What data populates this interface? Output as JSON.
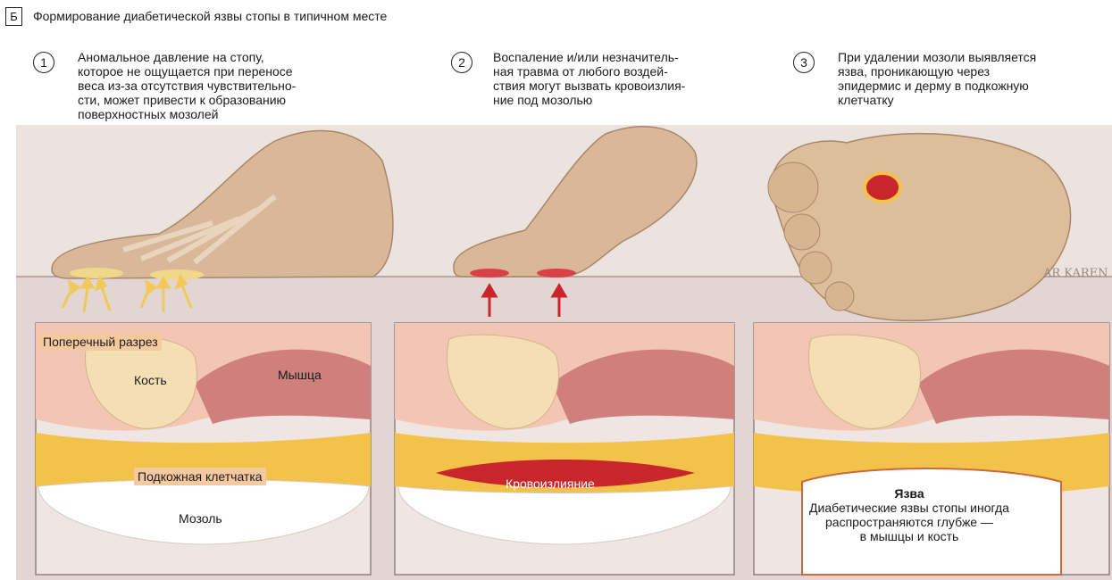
{
  "header": {
    "panel_letter": "Б",
    "title": "Формирование диабетической язвы стопы в типичном месте"
  },
  "steps": [
    {
      "number": "1",
      "text": "Аномальное давление на стопу,\nкоторое не ощущается при переносе\nвеса из-за отсутствия чувствительно-\nсти, может привести к образованию\nповерхностных мозолей"
    },
    {
      "number": "2",
      "text": "Воспаление и/или незначитель-\nная травма от любого воздей-\nствия могут вызвать кровоизлия-\nние под мозолью"
    },
    {
      "number": "3",
      "text": "При  удалении мозоли выявляется\nязва, проникающую через\nэпидермис и дерму в подкожную\nклетчатку"
    }
  ],
  "labels": {
    "cross_section": "Поперечный разрез",
    "bone": "Кость",
    "muscle": "Мышца",
    "subcutaneous": "Подкожная клетчатка",
    "callus": "Мозоль",
    "hemorrhage": "Кровоизлияние",
    "ulcer_title": "Язва",
    "ulcer_note": "Диабетические язвы стопы иногда\nраспространяются глубже —\nв мышцы и кость"
  },
  "signature": "AR KAREN",
  "colors": {
    "background": "#e8dcd8",
    "skin": "#d9b89a",
    "fat": "#f2c24a",
    "muscle": "#c97a78",
    "bone": "#f4dfb4",
    "blood": "#c8262b",
    "label_box": "#f5c9a0"
  }
}
